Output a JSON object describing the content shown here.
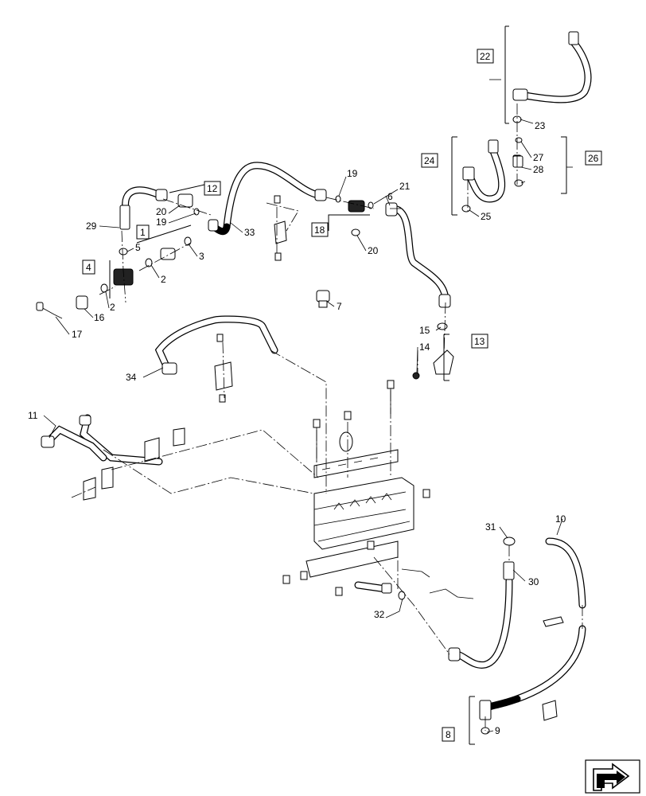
{
  "callouts": {
    "c2a": "2",
    "c2b": "2",
    "c3": "3",
    "c5": "5",
    "c6": "6",
    "c7": "7",
    "c9": "9",
    "c10": "10",
    "c11": "11",
    "c14": "14",
    "c15": "15",
    "c16": "16",
    "c17": "17",
    "c19a": "19",
    "c19b": "19",
    "c20a": "20",
    "c20b": "20",
    "c21": "21",
    "c23": "23",
    "c25": "25",
    "c27": "27",
    "c28": "28",
    "c29": "29",
    "c30": "30",
    "c31": "31",
    "c32": "32",
    "c33": "33",
    "c34": "34"
  },
  "assemblies": {
    "a1": "1",
    "a4": "4",
    "a8": "8",
    "a12": "12",
    "a13": "13",
    "a18": "18",
    "a22": "22",
    "a24": "24",
    "a26": "26"
  },
  "nav_icon": "arrow-direction-icon"
}
